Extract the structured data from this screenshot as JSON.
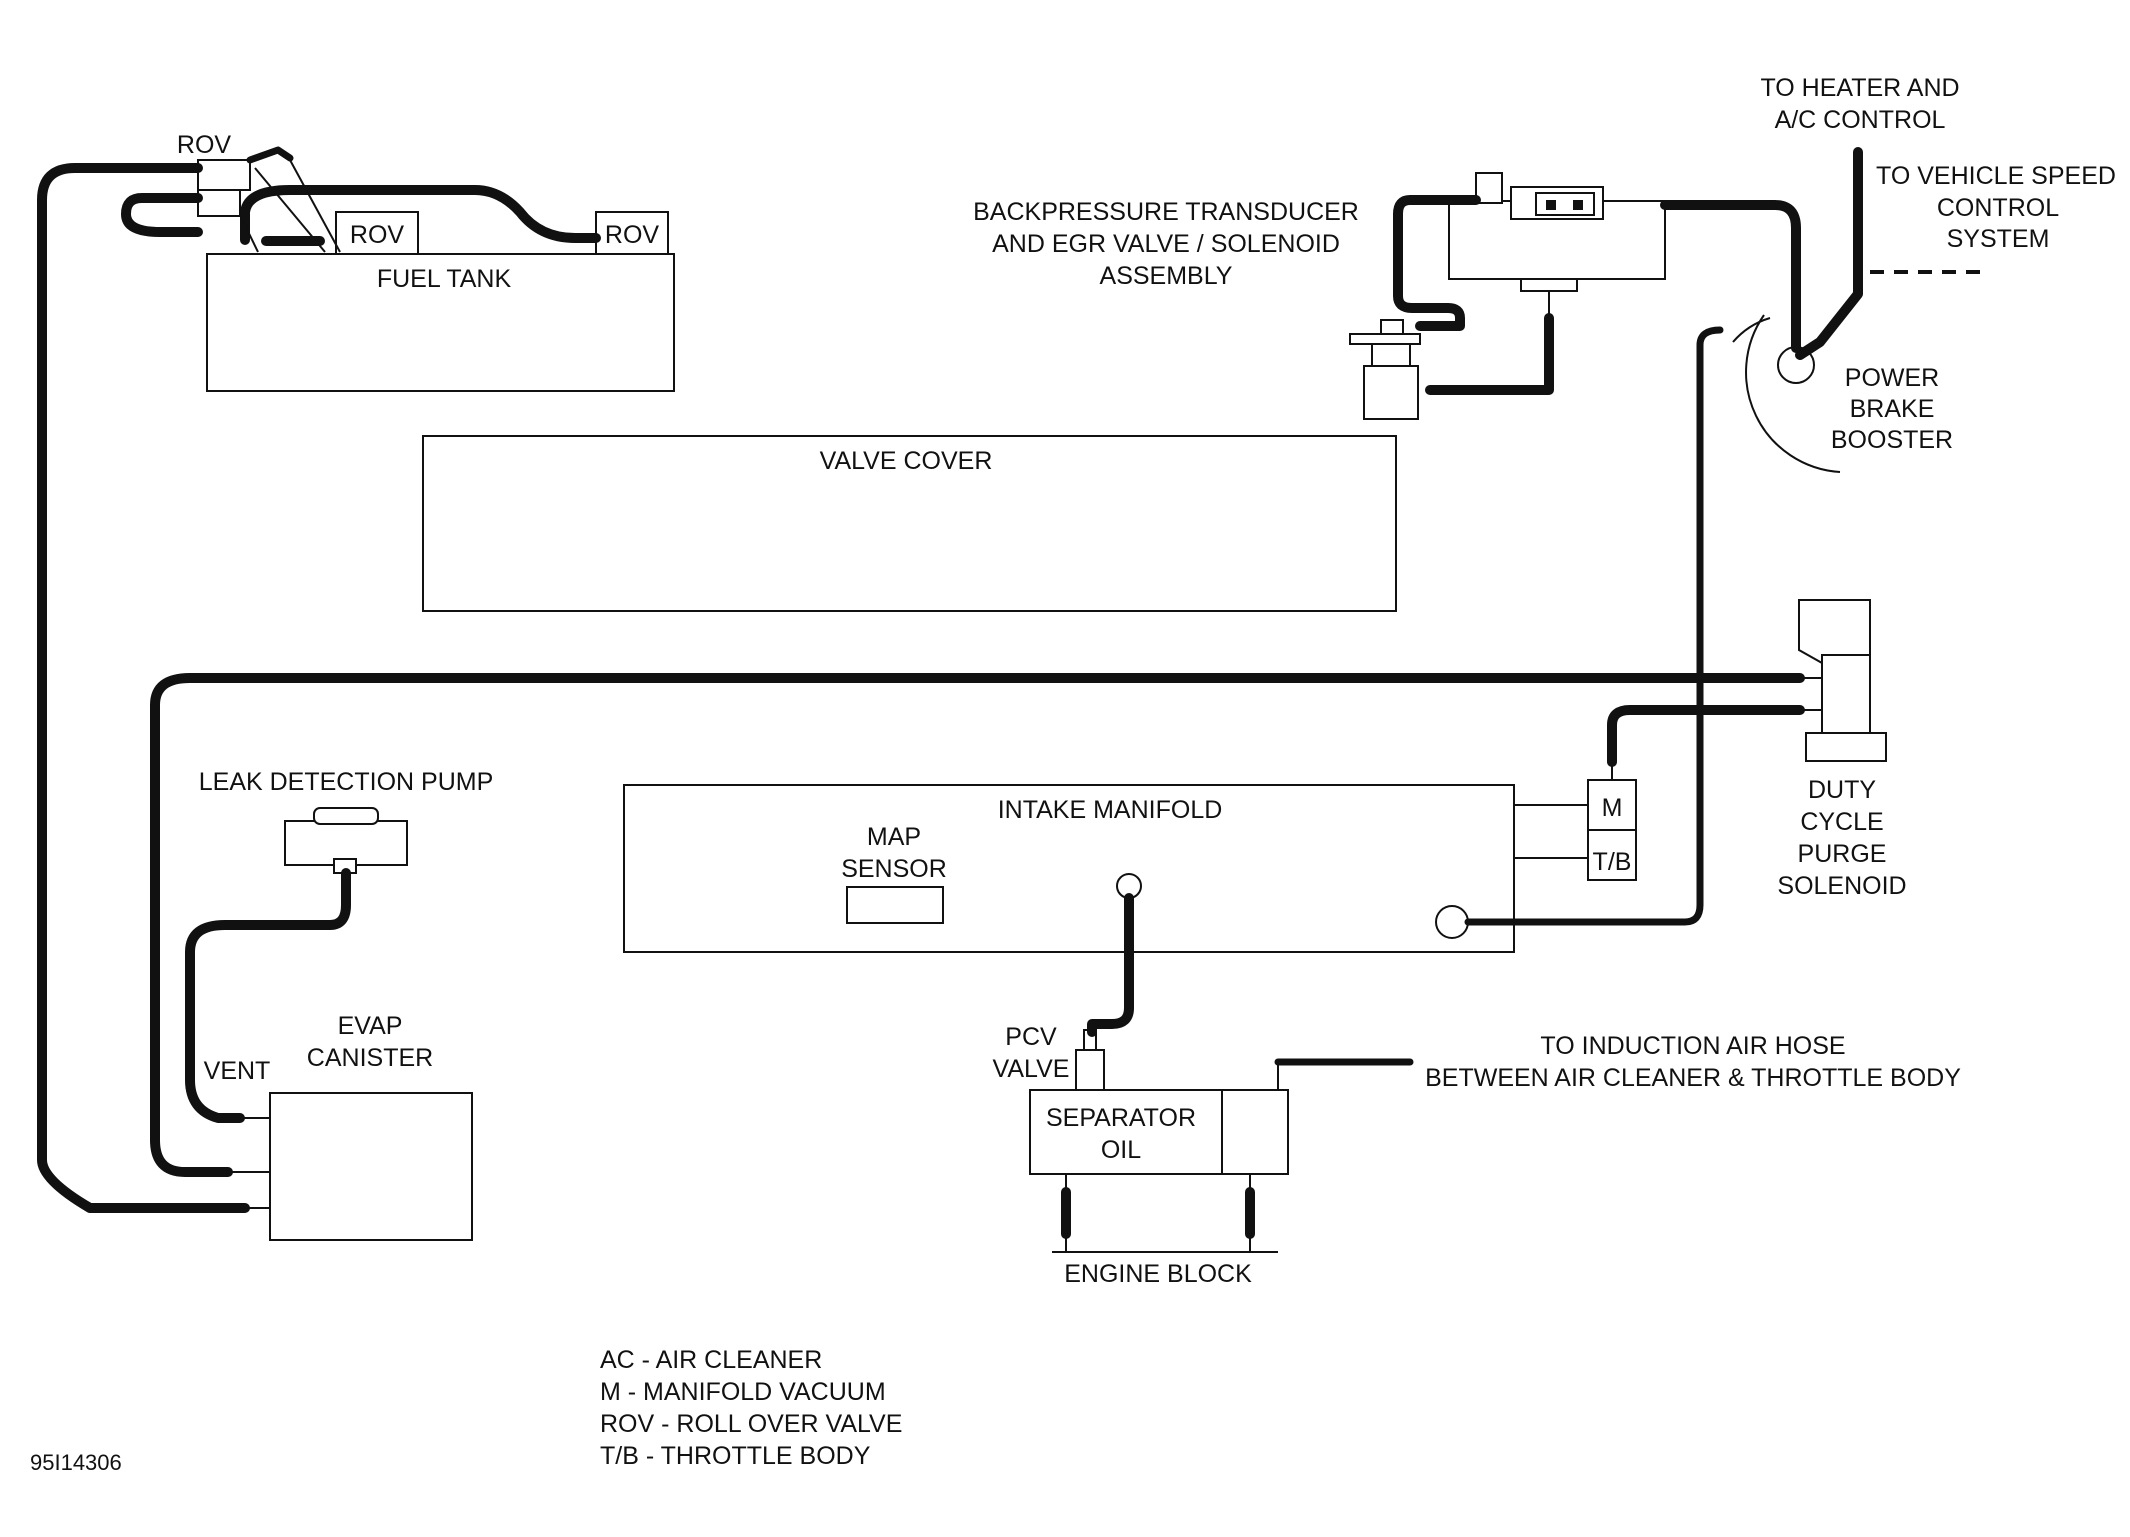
{
  "labels": {
    "to_heater_1": "TO HEATER AND",
    "to_heater_2": "A/C CONTROL",
    "to_speed_1": "TO VEHICLE SPEED",
    "to_speed_2": "CONTROL",
    "to_speed_3": "SYSTEM",
    "backpressure_1": "BACKPRESSURE TRANSDUCER",
    "backpressure_2": "AND EGR VALVE / SOLENOID",
    "backpressure_3": "ASSEMBLY",
    "booster_1": "POWER",
    "booster_2": "BRAKE",
    "booster_3": "BOOSTER",
    "rov": "ROV",
    "fuel_tank": "FUEL TANK",
    "valve_cover": "VALVE COVER",
    "leak_pump": "LEAK DETECTION PUMP",
    "intake_manifold": "INTAKE MANIFOLD",
    "map_1": "MAP",
    "map_2": "SENSOR",
    "m": "M",
    "tb": "T/B",
    "purge_1": "DUTY",
    "purge_2": "CYCLE",
    "purge_3": "PURGE",
    "purge_4": "SOLENOID",
    "evap_1": "EVAP",
    "evap_2": "CANISTER",
    "vent": "VENT",
    "pcv_1": "PCV",
    "pcv_2": "VALVE",
    "separator_1": "SEPARATOR",
    "separator_2": "OIL",
    "induction_1": "TO INDUCTION AIR HOSE",
    "induction_2": "BETWEEN AIR CLEANER & THROTTLE BODY",
    "engine_block": "ENGINE BLOCK",
    "figure_id": "95I14306"
  },
  "legend": [
    "AC - AIR CLEANER",
    "M - MANIFOLD VACUUM",
    "ROV - ROLL OVER VALVE",
    "T/B - THROTTLE BODY"
  ]
}
